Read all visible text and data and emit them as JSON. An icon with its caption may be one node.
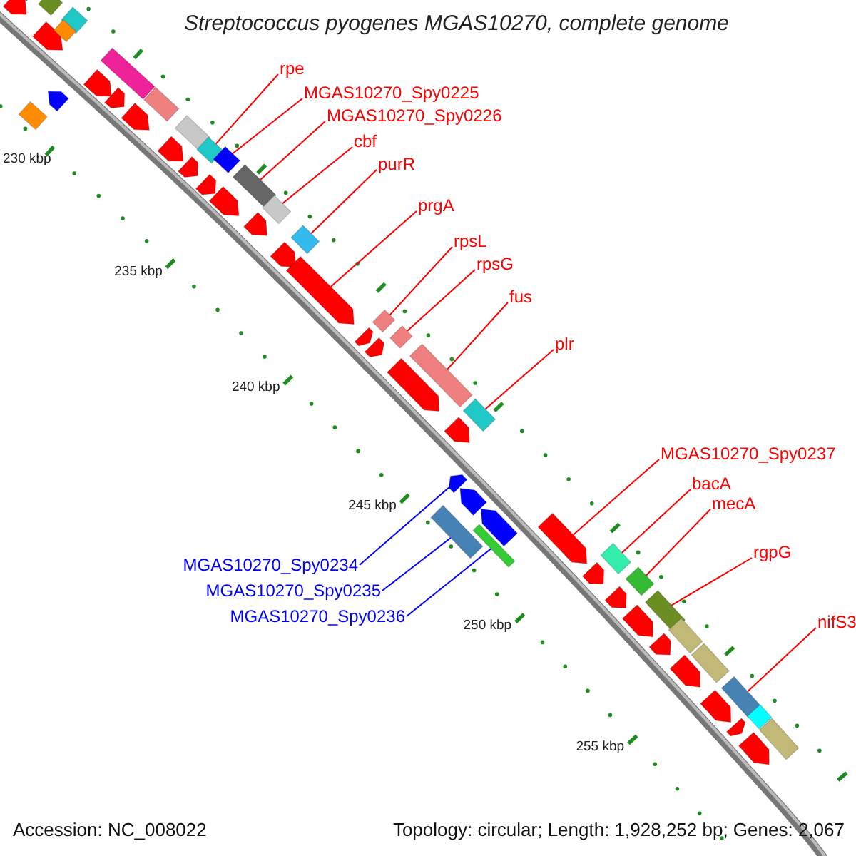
{
  "diagram": {
    "title": "Streptococcus pyogenes MGAS10270, complete genome",
    "nodes": [
      {
        "text": [
          "rpe"
        ]
      },
      {
        "text": [
          "MGAS10270_Spy0225"
        ]
      },
      {
        "text": [
          "MGAS10270_Spy0226"
        ]
      },
      {
        "text": [
          "cbf"
        ]
      },
      {
        "text": [
          "purR"
        ]
      },
      {
        "text": [
          "prgA"
        ]
      },
      {
        "text": [
          "rpsL"
        ]
      },
      {
        "text": [
          "rpsG"
        ]
      },
      {
        "text": [
          "fus"
        ]
      },
      {
        "text": [
          "plr"
        ]
      },
      {
        "text": [
          "MGAS10270_Spy0237"
        ]
      },
      {
        "text": [
          "bacA"
        ]
      },
      {
        "text": [
          "mecA"
        ]
      },
      {
        "text": [
          "rgpG"
        ]
      },
      {
        "text": [
          "nifS3"
        ]
      },
      {
        "text": [
          "MGAS10270_Spy0234"
        ]
      },
      {
        "text": [
          "MGAS10270_Spy0235"
        ]
      },
      {
        "text": [
          "MGAS10270_Spy0236"
        ]
      },
      {
        "text": [],
        "shape": "box"
      },
      {
        "text": [],
        "shape": "arrow"
      },
      {
        "text": [],
        "shape": "box"
      },
      {
        "text": [],
        "shape": "arrow"
      },
      {
        "text": [],
        "shape": "box"
      },
      {
        "text": [],
        "shape": "box"
      },
      {
        "text": [],
        "shape": "box"
      },
      {
        "text": [],
        "shape": "arrow"
      },
      {
        "text": [],
        "shape": "arrow"
      },
      {
        "text": [],
        "shape": "box"
      },
      {
        "text": [],
        "shape": "arrow"
      },
      {
        "text": [],
        "shape": "arrow"
      },
      {
        "text": [],
        "shape": "box"
      },
      {
        "text": [],
        "shape": "arrow"
      },
      {
        "text": [],
        "shape": "box"
      },
      {
        "text": [],
        "shape": "box"
      },
      {
        "text": [],
        "shape": "arrow"
      },
      {
        "text": [],
        "shape": "box"
      },
      {
        "text": [],
        "shape": "arrow"
      },
      {
        "text": [],
        "shape": "arrow"
      },
      {
        "text": [],
        "shape": "box"
      },
      {
        "text": [],
        "shape": "arrow"
      },
      {
        "text": [],
        "shape": "box"
      },
      {
        "text": [],
        "shape": "arrow"
      },
      {
        "text": [],
        "shape": "box"
      },
      {
        "text": [],
        "shape": "arrow"
      },
      {
        "text": [],
        "shape": "box"
      },
      {
        "text": [],
        "shape": "arrow"
      },
      {
        "text": [],
        "shape": "arrow"
      },
      {
        "text": [],
        "shape": "box"
      },
      {
        "text": [],
        "shape": "arrow"
      },
      {
        "text": [],
        "shape": "box"
      },
      {
        "text": [],
        "shape": "arrow"
      },
      {
        "text": [],
        "shape": "box"
      },
      {
        "text": [],
        "shape": "arrow"
      },
      {
        "text": [],
        "shape": "arrow"
      },
      {
        "text": [],
        "shape": "box"
      },
      {
        "text": [],
        "shape": "box"
      },
      {
        "text": [],
        "shape": "arrow"
      },
      {
        "text": [],
        "shape": "arrow"
      },
      {
        "text": [],
        "shape": "arrow"
      },
      {
        "text": [],
        "shape": "box"
      },
      {
        "text": [],
        "shape": "arrow"
      },
      {
        "text": [],
        "shape": "box"
      },
      {
        "text": [],
        "shape": "arrow"
      },
      {
        "text": [],
        "shape": "box"
      },
      {
        "text": [],
        "shape": "arrow"
      },
      {
        "text": [],
        "shape": "box"
      },
      {
        "text": [],
        "shape": "arrow"
      },
      {
        "text": [],
        "shape": "box"
      },
      {
        "text": [],
        "shape": "arrow"
      },
      {
        "text": [],
        "shape": "box"
      },
      {
        "text": [],
        "shape": "arrow"
      },
      {
        "text": [],
        "shape": "box"
      },
      {
        "text": [],
        "shape": "arrow"
      },
      {
        "text": [],
        "shape": "box"
      }
    ],
    "edges": [
      {
        "from": 0,
        "to": 33,
        "arrow": "none"
      },
      {
        "from": 1,
        "to": 35,
        "arrow": "none"
      },
      {
        "from": 2,
        "to": 38,
        "arrow": "none"
      },
      {
        "from": 3,
        "to": 40,
        "arrow": "none"
      },
      {
        "from": 4,
        "to": 42,
        "arrow": "none"
      },
      {
        "from": 5,
        "to": 43,
        "arrow": "none"
      },
      {
        "from": 6,
        "to": 44,
        "arrow": "none"
      },
      {
        "from": 7,
        "to": 47,
        "arrow": "none"
      },
      {
        "from": 8,
        "to": 49,
        "arrow": "none"
      },
      {
        "from": 9,
        "to": 51,
        "arrow": "none"
      },
      {
        "from": 10,
        "to": 57,
        "arrow": "none"
      },
      {
        "from": 11,
        "to": 59,
        "arrow": "none"
      },
      {
        "from": 12,
        "to": 61,
        "arrow": "none"
      },
      {
        "from": 13,
        "to": 63,
        "arrow": "none"
      },
      {
        "from": 14,
        "to": 69,
        "arrow": "none"
      },
      {
        "from": 15,
        "to": 52,
        "arrow": "none",
        "color": "#0000ff"
      },
      {
        "from": 16,
        "to": 54,
        "arrow": "none",
        "color": "#0000ff"
      },
      {
        "from": 17,
        "to": 55,
        "arrow": "none",
        "color": "#0000ff"
      }
    ],
    "labels": [
      "230 kbp",
      "235 kbp",
      "240 kbp",
      "245 kbp",
      "250 kbp",
      "255 kbp",
      "Accession: NC_008022",
      "Topology: circular; Length: 1,928,252 bp; Genes: 2,067"
    ]
  }
}
